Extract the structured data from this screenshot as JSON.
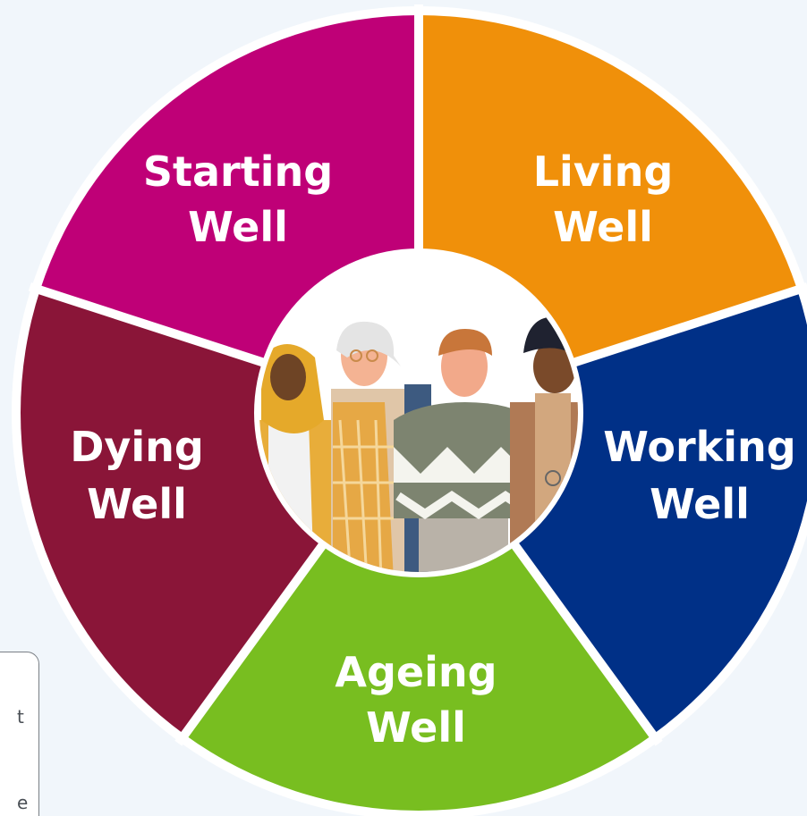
{
  "segments": [
    {
      "id": "starting",
      "line1": "Starting",
      "line2": "Well",
      "color": "#bf0077"
    },
    {
      "id": "living",
      "line1": "Living",
      "line2": "Well",
      "color": "#f0900a"
    },
    {
      "id": "working",
      "line1": "Working",
      "line2": "Well",
      "color": "#003087"
    },
    {
      "id": "ageing",
      "line1": "Ageing",
      "line2": "Well",
      "color": "#78be20"
    },
    {
      "id": "dying",
      "line1": "Dying",
      "line2": "Well",
      "color": "#8a1538"
    }
  ],
  "card": {
    "glyph1": "t",
    "glyph2": "e"
  },
  "colors": {
    "background": "#f1f6fb",
    "divider": "#ffffff",
    "center": "#ffffff"
  }
}
